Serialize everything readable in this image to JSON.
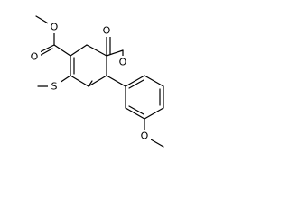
{
  "molecule": {
    "atoms": {
      "carbonyl_oxygen": "O",
      "ring_oxygen": "O",
      "ester_carbonyl_oxygen": "O",
      "ester_ether_oxygen": "O",
      "sulfur": "S",
      "methoxy_oxygen": "O"
    }
  }
}
